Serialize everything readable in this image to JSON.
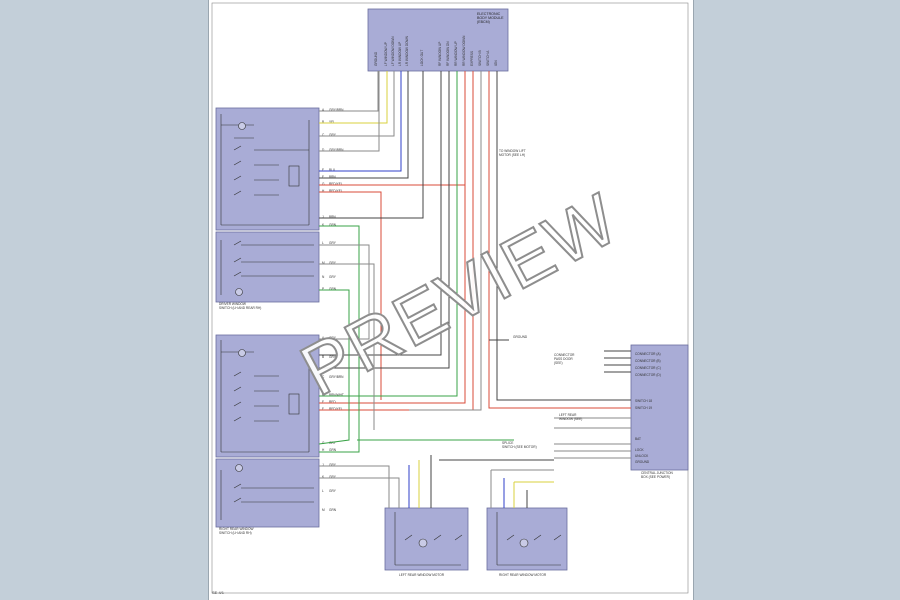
{
  "sheet": {
    "page_number": "SE 4/1",
    "watermark": "PREVIEW"
  },
  "modules": {
    "top_module": {
      "title": "ELECTRONIC\nBODY MODULE\n(EBCM)"
    },
    "driver_control": {
      "caption": "DRIVER WINDOW\nSWITCH (LH AND REAR RH)"
    },
    "passenger_control": {
      "caption": "RIGHT REAR WINDOW\nSWITCH (LH AND RH)"
    },
    "left_window_motor": {
      "caption": "LEFT REAR WINDOW MOTOR"
    },
    "right_window_motor": {
      "caption": "RIGHT REAR WINDOW MOTOR"
    },
    "body_controller": {
      "caption": "CENTRAL JUNCTION\nBOX (SEE POWER)"
    }
  },
  "labels": {
    "ground_node": "GROUND",
    "splice_note": "TO WINDOW LIFT\nMOTOR (SEE LH)",
    "mid_note": "SPLICE\nSWITCH (SEE MOTOR)",
    "body_note": "LEFT REAR\nWINDOW (SEE)",
    "connector_note": "CONNECTOR\nPASS DOOR\n(SEE)"
  },
  "colors": {
    "wire_red": "#d94b3a",
    "wire_blue": "#2f3fc9",
    "wire_yellow": "#d8d23c",
    "wire_green": "#3aa347",
    "wire_grey": "#8a8a8a",
    "wire_dark": "#444444",
    "module_fill": "#a9acd6",
    "module_stroke": "#6a6e9e"
  }
}
